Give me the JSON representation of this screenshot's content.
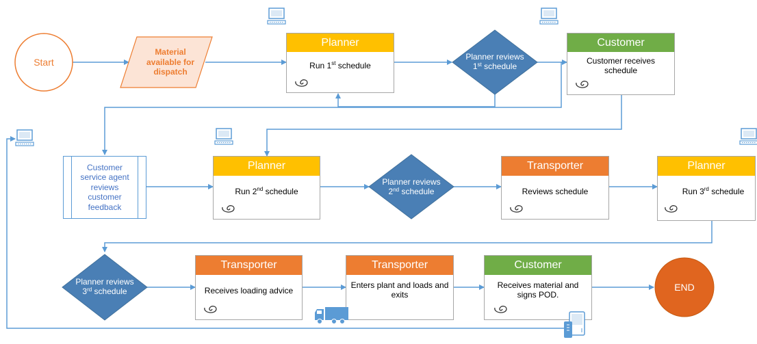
{
  "colors": {
    "planner": "#ffc000",
    "customer": "#70ad47",
    "transporter": "#ed7d31",
    "decision": "#4a7fb5",
    "arrow": "#5b9bd5",
    "start_stroke": "#ed7d31",
    "start_text": "#ed7d31",
    "end_fill": "#e0651f",
    "csa_text": "#4472c4"
  },
  "start": {
    "label": "Start"
  },
  "material": {
    "label": "Material available for dispatch"
  },
  "row1": {
    "planner": {
      "title": "Planner",
      "text_pre": "Run 1",
      "sup": "st",
      "text_post": " schedule"
    },
    "decision": {
      "line1": "Planner reviews",
      "line2_pre": "1",
      "sup": "st",
      "line2_post": " schedule"
    },
    "customer": {
      "title": "Customer",
      "text": "Customer receives schedule"
    }
  },
  "csa": {
    "label": "Customer service agent reviews customer feedback"
  },
  "row2": {
    "planner": {
      "title": "Planner",
      "text_pre": "Run 2",
      "sup": "nd",
      "text_post": " schedule"
    },
    "decision": {
      "line1": "Planner reviews",
      "line2_pre": "2",
      "sup": "nd",
      "line2_post": " schedule"
    },
    "transporter": {
      "title": "Transporter",
      "text": "Reviews schedule"
    },
    "planner3": {
      "title": "Planner",
      "text_pre": "Run 3",
      "sup": "rd",
      "text_post": " schedule"
    }
  },
  "row3": {
    "decision": {
      "line1": "Planner reviews",
      "line2_pre": "3",
      "sup": "rd",
      "line2_post": " schedule"
    },
    "transporter1": {
      "title": "Transporter",
      "text": "Receives loading advice"
    },
    "transporter2": {
      "title": "Transporter",
      "text": "Enters plant and loads and exits"
    },
    "customer": {
      "title": "Customer",
      "text": "Receives material and signs POD."
    }
  },
  "end": {
    "label": "END"
  },
  "icons": [
    "computer-icon",
    "truck-icon",
    "handheld-device-icon",
    "spiral-icon"
  ]
}
